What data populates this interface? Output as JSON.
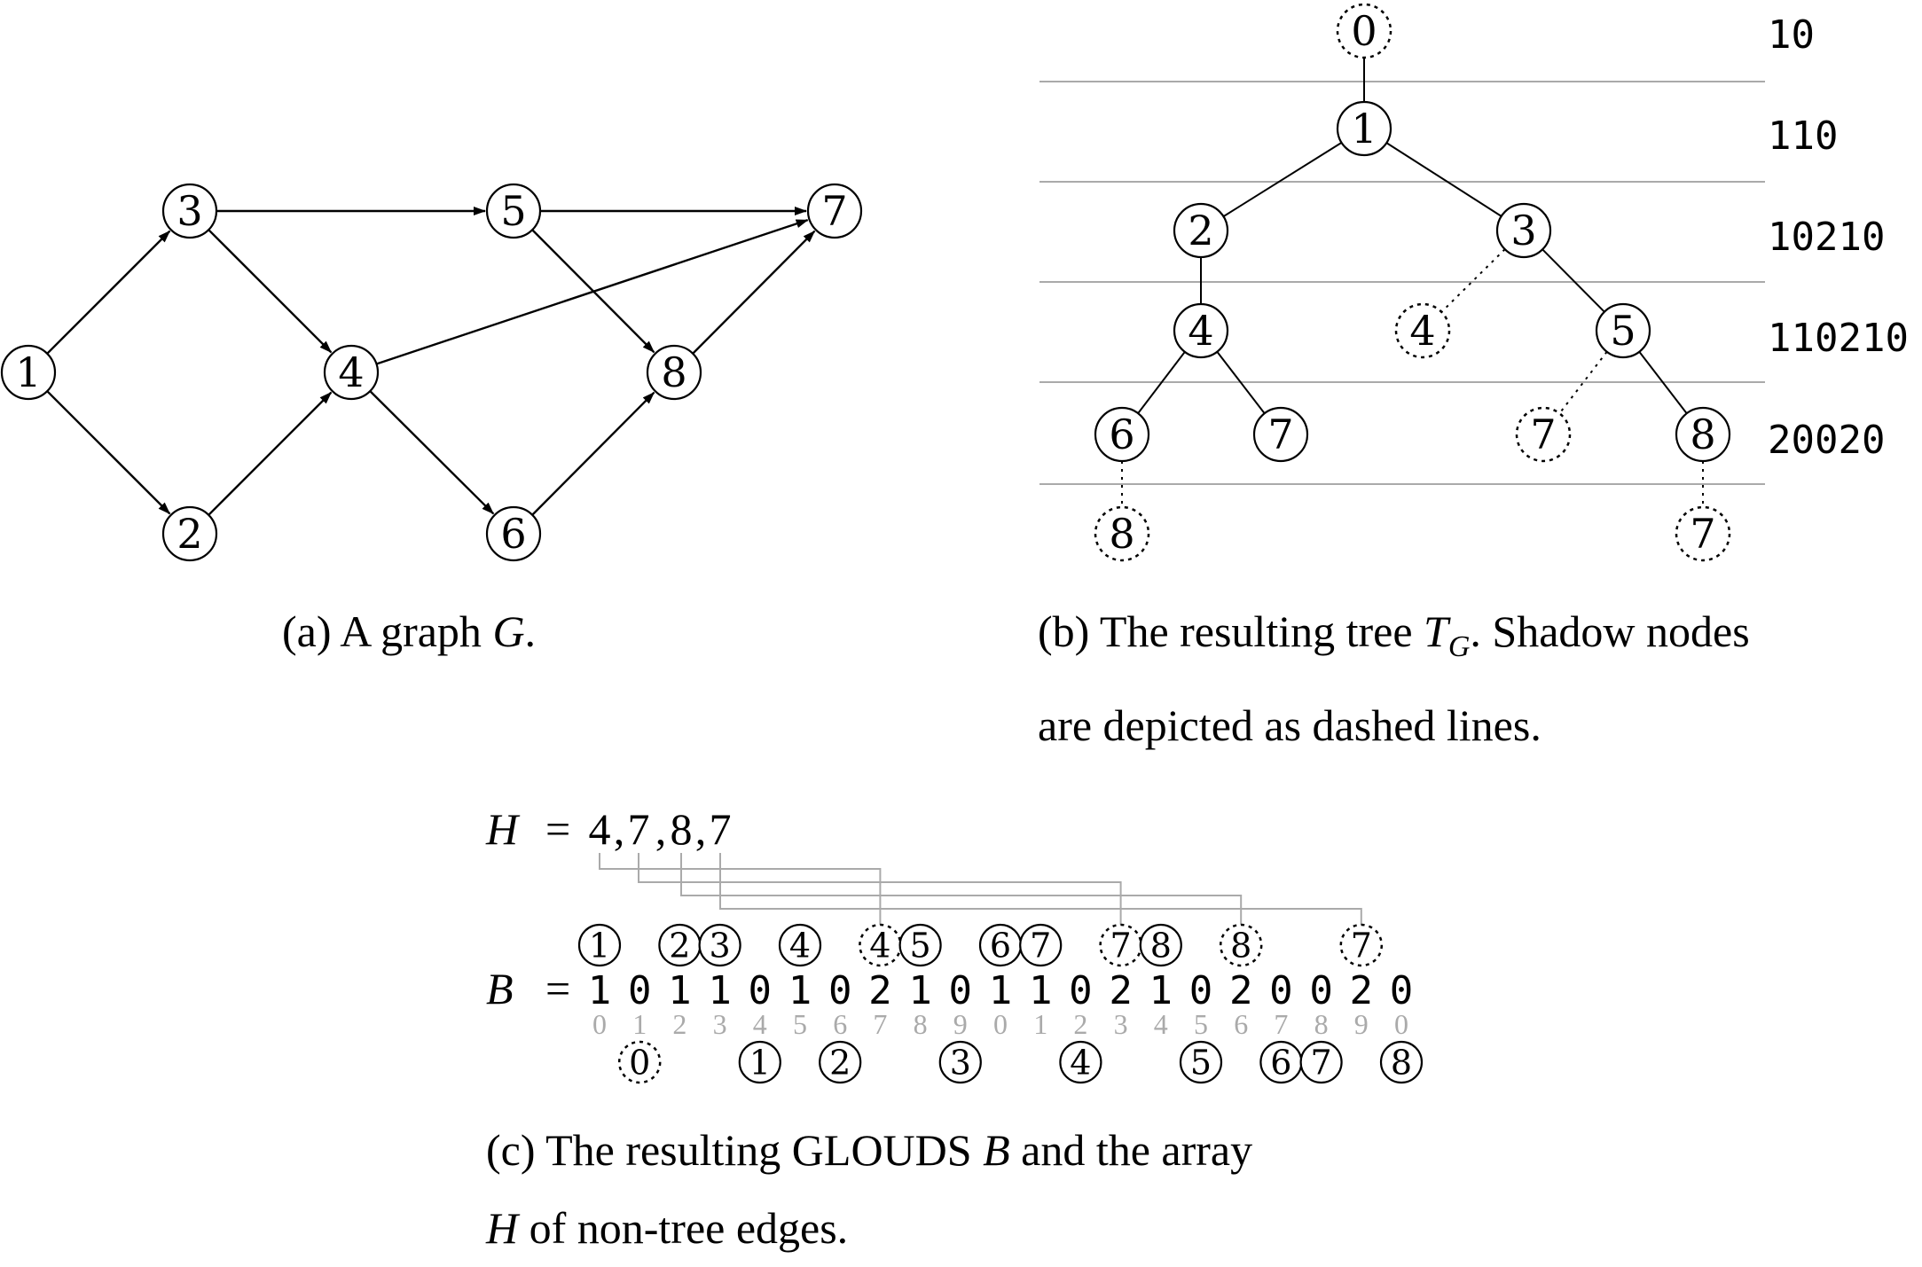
{
  "graph": {
    "nodes": [
      {
        "id": "1",
        "label": "1"
      },
      {
        "id": "2",
        "label": "2"
      },
      {
        "id": "3",
        "label": "3"
      },
      {
        "id": "4",
        "label": "4"
      },
      {
        "id": "5",
        "label": "5"
      },
      {
        "id": "6",
        "label": "6"
      },
      {
        "id": "7",
        "label": "7"
      },
      {
        "id": "8",
        "label": "8"
      }
    ],
    "edges": [
      [
        "1",
        "3"
      ],
      [
        "1",
        "2"
      ],
      [
        "3",
        "5"
      ],
      [
        "3",
        "4"
      ],
      [
        "2",
        "4"
      ],
      [
        "4",
        "7"
      ],
      [
        "4",
        "6"
      ],
      [
        "5",
        "7"
      ],
      [
        "5",
        "8"
      ],
      [
        "6",
        "8"
      ],
      [
        "8",
        "7"
      ]
    ],
    "caption": {
      "prefix": "(a) A graph ",
      "var": "G",
      "suffix": "."
    }
  },
  "tree": {
    "nodes": [
      {
        "id": "t0",
        "label": "0",
        "shadow": true
      },
      {
        "id": "t1",
        "label": "1",
        "shadow": false
      },
      {
        "id": "t2",
        "label": "2",
        "shadow": false
      },
      {
        "id": "t3",
        "label": "3",
        "shadow": false
      },
      {
        "id": "t4a",
        "label": "4",
        "shadow": false
      },
      {
        "id": "t4b",
        "label": "4",
        "shadow": true
      },
      {
        "id": "t5",
        "label": "5",
        "shadow": false
      },
      {
        "id": "t6",
        "label": "6",
        "shadow": false
      },
      {
        "id": "t7a",
        "label": "7",
        "shadow": false
      },
      {
        "id": "t7b",
        "label": "7",
        "shadow": true
      },
      {
        "id": "t8",
        "label": "8",
        "shadow": false
      },
      {
        "id": "t8s",
        "label": "8",
        "shadow": true
      },
      {
        "id": "t7s",
        "label": "7",
        "shadow": true
      }
    ],
    "edges": [
      [
        "t0",
        "t1",
        false
      ],
      [
        "t1",
        "t2",
        false
      ],
      [
        "t1",
        "t3",
        false
      ],
      [
        "t2",
        "t4a",
        false
      ],
      [
        "t3",
        "t4b",
        true
      ],
      [
        "t3",
        "t5",
        false
      ],
      [
        "t4a",
        "t6",
        false
      ],
      [
        "t4a",
        "t7a",
        false
      ],
      [
        "t5",
        "t7b",
        true
      ],
      [
        "t5",
        "t8",
        false
      ],
      [
        "t6",
        "t8s",
        true
      ],
      [
        "t8",
        "t7s",
        true
      ]
    ],
    "level_codes": [
      "10",
      "110",
      "10210",
      "110210",
      "20020"
    ],
    "caption": {
      "line1_prefix": "(b) The resulting tree ",
      "line1_var": "T",
      "line1_sub": "G",
      "line1_suffix": ".  Shadow nodes",
      "line2": "are depicted as dashed lines."
    }
  },
  "glouds": {
    "H_label": "H",
    "B_label": "B",
    "equals": "=",
    "H_values": [
      "4",
      "7",
      "8",
      "7"
    ],
    "H_targets": [
      7,
      13,
      16,
      19
    ],
    "B_values": [
      "1",
      "0",
      "1",
      "1",
      "0",
      "1",
      "0",
      "2",
      "1",
      "0",
      "1",
      "1",
      "0",
      "2",
      "1",
      "0",
      "2",
      "0",
      "0",
      "2",
      "0"
    ],
    "B_indices": [
      "0",
      "1",
      "2",
      "3",
      "4",
      "5",
      "6",
      "7",
      "8",
      "9",
      "0",
      "1",
      "2",
      "3",
      "4",
      "5",
      "6",
      "7",
      "8",
      "9",
      "0"
    ],
    "top_marks": [
      {
        "pos": 0,
        "label": "1",
        "shadow": false
      },
      {
        "pos": 2,
        "label": "2",
        "shadow": false
      },
      {
        "pos": 3,
        "label": "3",
        "shadow": false
      },
      {
        "pos": 5,
        "label": "4",
        "shadow": false
      },
      {
        "pos": 7,
        "label": "4",
        "shadow": true
      },
      {
        "pos": 8,
        "label": "5",
        "shadow": false
      },
      {
        "pos": 10,
        "label": "6",
        "shadow": false
      },
      {
        "pos": 11,
        "label": "7",
        "shadow": false
      },
      {
        "pos": 13,
        "label": "7",
        "shadow": true
      },
      {
        "pos": 14,
        "label": "8",
        "shadow": false
      },
      {
        "pos": 16,
        "label": "8",
        "shadow": true
      },
      {
        "pos": 19,
        "label": "7",
        "shadow": true
      }
    ],
    "bottom_marks": [
      {
        "pos": 1,
        "label": "0",
        "shadow": true
      },
      {
        "pos": 4,
        "label": "1",
        "shadow": false
      },
      {
        "pos": 6,
        "label": "2",
        "shadow": false
      },
      {
        "pos": 9,
        "label": "3",
        "shadow": false
      },
      {
        "pos": 12,
        "label": "4",
        "shadow": false
      },
      {
        "pos": 15,
        "label": "5",
        "shadow": false
      },
      {
        "pos": 17,
        "label": "6",
        "shadow": false
      },
      {
        "pos": 18,
        "label": "7",
        "shadow": false
      },
      {
        "pos": 20,
        "label": "8",
        "shadow": false
      }
    ],
    "caption": {
      "line1_prefix": "(c) The resulting GLOUDS ",
      "line1_var": "B",
      "line1_suffix": " and the array",
      "line2_var": "H",
      "line2_suffix": " of non-tree edges."
    }
  }
}
